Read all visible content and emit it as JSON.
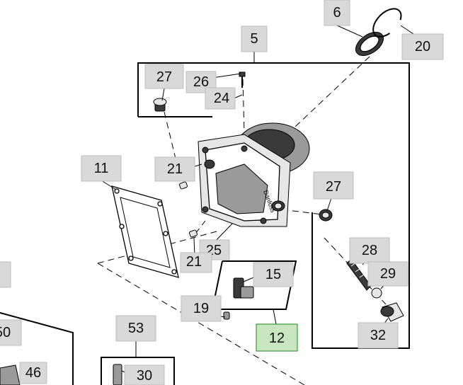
{
  "callouts": [
    {
      "id": "6",
      "label": "6"
    },
    {
      "id": "20",
      "label": "20"
    },
    {
      "id": "5",
      "label": "5"
    },
    {
      "id": "27a",
      "label": "27"
    },
    {
      "id": "26",
      "label": "26"
    },
    {
      "id": "24",
      "label": "24"
    },
    {
      "id": "11",
      "label": "11"
    },
    {
      "id": "21a",
      "label": "21"
    },
    {
      "id": "27b",
      "label": "27"
    },
    {
      "id": "25",
      "label": "25"
    },
    {
      "id": "21b",
      "label": "21"
    },
    {
      "id": "15",
      "label": "15"
    },
    {
      "id": "28",
      "label": "28"
    },
    {
      "id": "29",
      "label": "29"
    },
    {
      "id": "19",
      "label": "19"
    },
    {
      "id": "12",
      "label": "12",
      "selected": true
    },
    {
      "id": "32",
      "label": "32"
    },
    {
      "id": "53",
      "label": "53"
    },
    {
      "id": "30",
      "label": "30"
    },
    {
      "id": "50",
      "label": "50"
    },
    {
      "id": "46",
      "label": "46"
    }
  ],
  "housing_brand": "Danfoss",
  "colors": {
    "selected_fill": "#c8e6c0",
    "selected_stroke": "#3c9b3c",
    "callout_fill": "#d9d9d9"
  }
}
